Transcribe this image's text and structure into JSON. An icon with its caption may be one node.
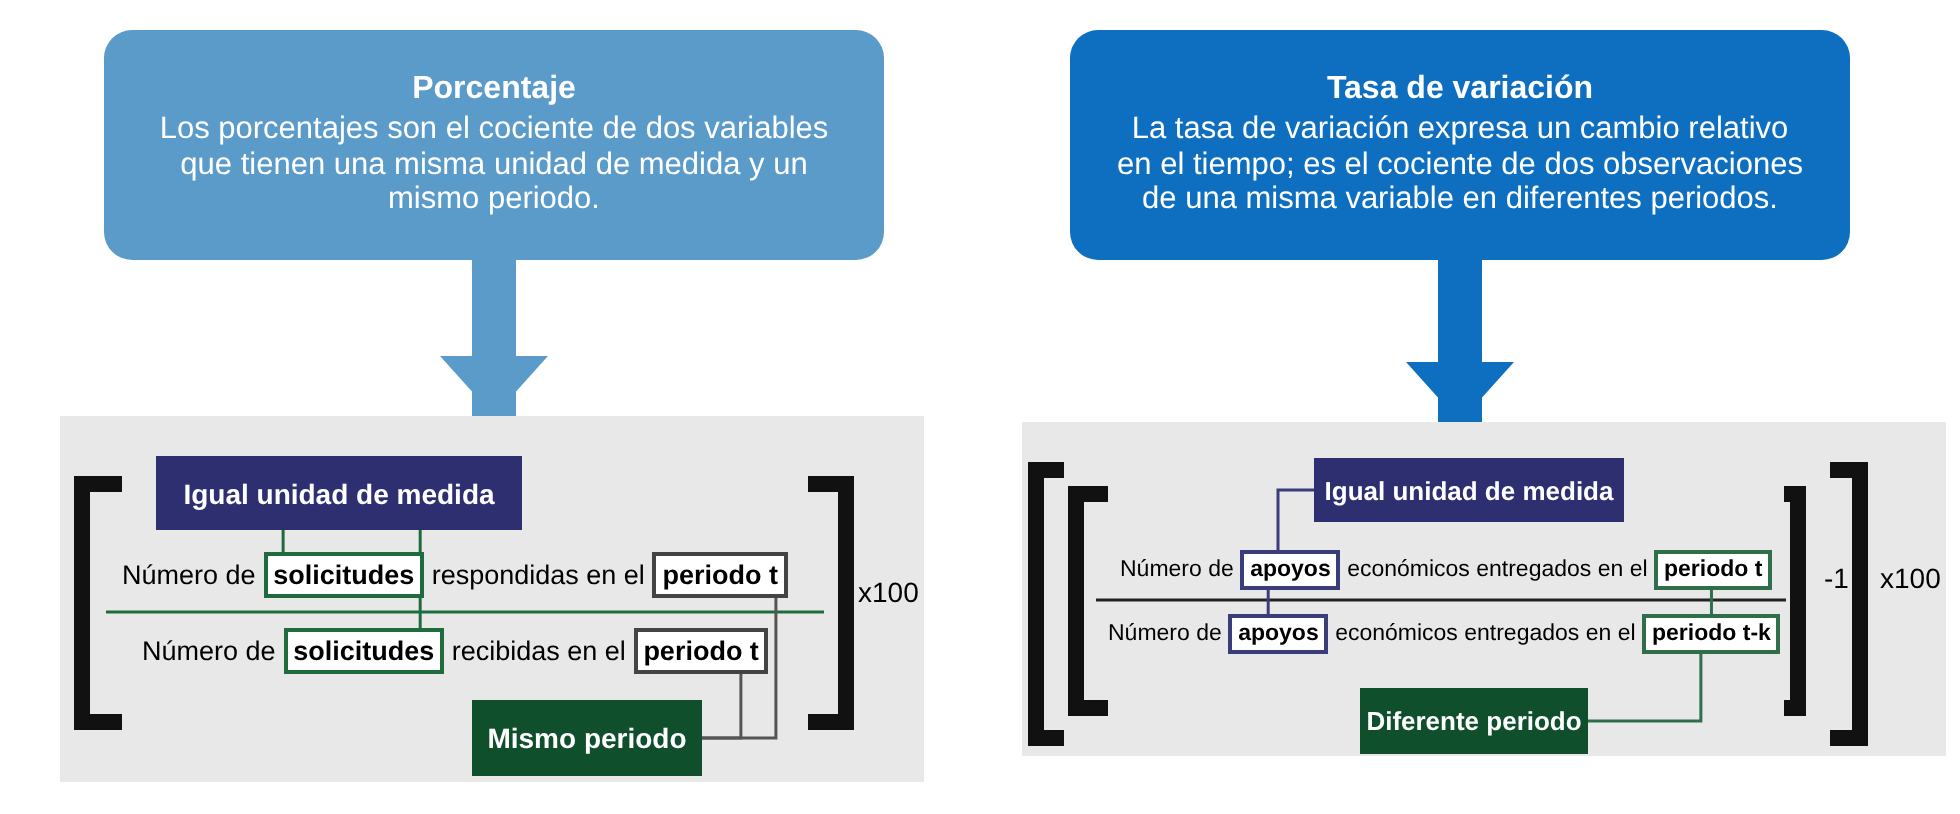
{
  "diagram": {
    "nodes": [
      {
        "text": [
          "Porcentaje",
          "Los porcentajes son el cociente de dos variables que tienen una misma unidad de medida y un mismo periodo."
        ]
      },
      {
        "text": [
          "Tasa de variación",
          "La tasa de variación expresa un cambio relativo en el tiempo; es el cociente de dos observaciones de una misma variable en diferentes periodos."
        ]
      },
      {
        "text": [],
        "shape": "box"
      },
      {
        "text": [
          "Igual unidad de medida"
        ],
        "in": 2
      },
      {
        "text": [
          "solicitudes"
        ],
        "in": 2
      },
      {
        "text": [
          "periodo t"
        ],
        "in": 2
      },
      {
        "text": [
          "solicitudes"
        ],
        "in": 2
      },
      {
        "text": [
          "periodo t"
        ],
        "in": 2
      },
      {
        "text": [
          "Mismo periodo"
        ],
        "in": 2
      },
      {
        "text": [],
        "shape": "box"
      },
      {
        "text": [
          "Igual unidad de medida"
        ],
        "in": 9
      },
      {
        "text": [
          "apoyos"
        ],
        "in": 9
      },
      {
        "text": [
          "periodo t"
        ],
        "in": 9
      },
      {
        "text": [
          "apoyos"
        ],
        "in": 9
      },
      {
        "text": [
          "periodo t-k"
        ],
        "in": 9
      },
      {
        "text": [
          "Diferente periodo"
        ],
        "in": 9
      }
    ],
    "edges": [
      {
        "from": 0,
        "to": 2,
        "arrow": "to",
        "style": "thick",
        "color": "#5b9bc9"
      },
      {
        "from": 1,
        "to": 9,
        "arrow": "to",
        "style": "thick",
        "color": "#0e6fc0"
      },
      {
        "from": 3,
        "to": 4,
        "arrow": "none",
        "color": "#1f6b3e"
      },
      {
        "from": 3,
        "to": 6,
        "arrow": "none",
        "color": "#1f6b3e"
      },
      {
        "from": 5,
        "to": 8,
        "arrow": "none",
        "color": "#555555"
      },
      {
        "from": 7,
        "to": 8,
        "arrow": "none",
        "color": "#555555"
      },
      {
        "from": 10,
        "to": 11,
        "arrow": "none",
        "color": "#3b3d7a"
      },
      {
        "from": 11,
        "to": 13,
        "arrow": "none",
        "color": "#3b3d7a"
      },
      {
        "from": 12,
        "to": 14,
        "arrow": "none",
        "color": "#2e6e4a"
      },
      {
        "from": 14,
        "to": 15,
        "arrow": "none",
        "color": "#2e6e4a"
      }
    ],
    "labels": [
      "Número de",
      "respondidas en el",
      "Número de",
      "recibidas en el",
      "x100",
      "Número de",
      "económicos entregados en el",
      "Número de",
      "económicos entregados en el",
      "-1",
      "x100"
    ]
  }
}
